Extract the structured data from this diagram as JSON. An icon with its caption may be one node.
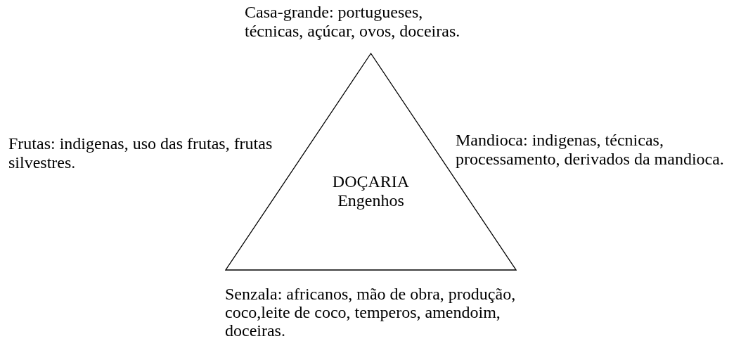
{
  "diagram": {
    "nodes": [
      {
        "text": [
          "DOÇARIA",
          "Engenhos"
        ]
      }
    ],
    "labels": [
      "Casa-grande: portugueses, técnicas, açúcar, ovos, doceiras.",
      "Frutas: indigenas, uso das frutas, frutas silvestres.",
      "Mandioca: indigenas, técnicas, processamento, derivados da mandioca.",
      "Senzala: africanos, mão de obra, produção, coco,leite de coco, temperos, amendoim, doceiras."
    ]
  }
}
